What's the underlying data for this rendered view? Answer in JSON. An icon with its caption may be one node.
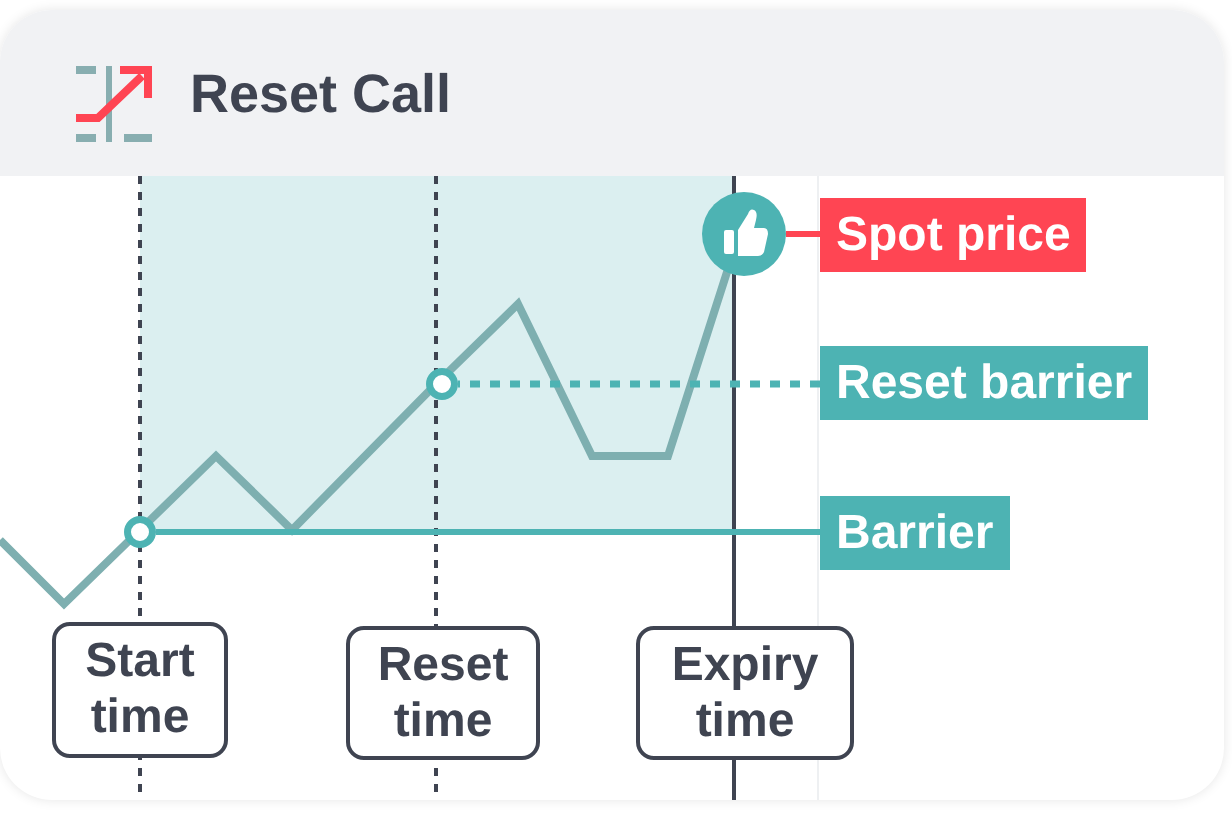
{
  "diagram": {
    "title": "Reset Call",
    "nodes": [
      {
        "text": [
          "Spot price"
        ]
      },
      {
        "text": [
          "Reset barrier"
        ]
      },
      {
        "text": [
          "Barrier"
        ]
      },
      {
        "text": [
          "Start time"
        ]
      },
      {
        "text": [
          "Reset time"
        ]
      },
      {
        "text": [
          "Expiry time"
        ]
      },
      {
        "text": [],
        "shape": "circle"
      },
      {
        "text": [],
        "shape": "circle"
      },
      {
        "text": [],
        "shape": "circle"
      }
    ],
    "edges": [
      {
        "from": 0,
        "to": 6,
        "arrow": "none",
        "color": "#ff4553"
      },
      {
        "from": 1,
        "to": 7,
        "arrow": "none",
        "style": "dashed"
      },
      {
        "from": 2,
        "to": 8,
        "arrow": "none"
      }
    ]
  }
}
